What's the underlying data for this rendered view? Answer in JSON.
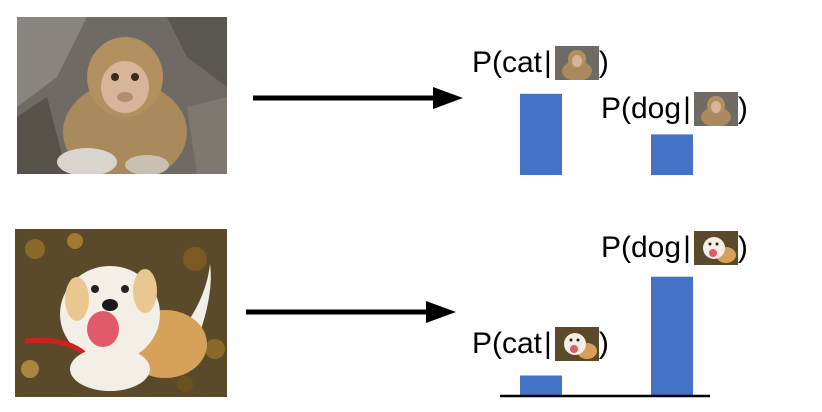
{
  "charts": [
    {
      "input_image": "monkey photo",
      "labels": {
        "cat": {
          "prefix": "P(cat",
          "bar": "|",
          "suffix": ")"
        },
        "dog": {
          "prefix": "P(dog",
          "bar": "|",
          "suffix": ")"
        }
      }
    },
    {
      "input_image": "dog photo",
      "labels": {
        "cat": {
          "prefix": "P(cat",
          "bar": "|",
          "suffix": ")"
        },
        "dog": {
          "prefix": "P(dog",
          "bar": "|",
          "suffix": ")"
        }
      }
    }
  ],
  "chart_data": [
    {
      "type": "bar",
      "categories": [
        "cat",
        "dog"
      ],
      "values": [
        0.58,
        0.29
      ],
      "ylim": [
        0,
        1
      ],
      "bar_color": "#4472C4",
      "baseline": false
    },
    {
      "type": "bar",
      "categories": [
        "cat",
        "dog"
      ],
      "values": [
        0.15,
        0.91
      ],
      "ylim": [
        0,
        1
      ],
      "bar_color": "#4472C4",
      "baseline": true
    }
  ],
  "colors": {
    "bar": "#4472C4",
    "arrow": "#000000"
  }
}
